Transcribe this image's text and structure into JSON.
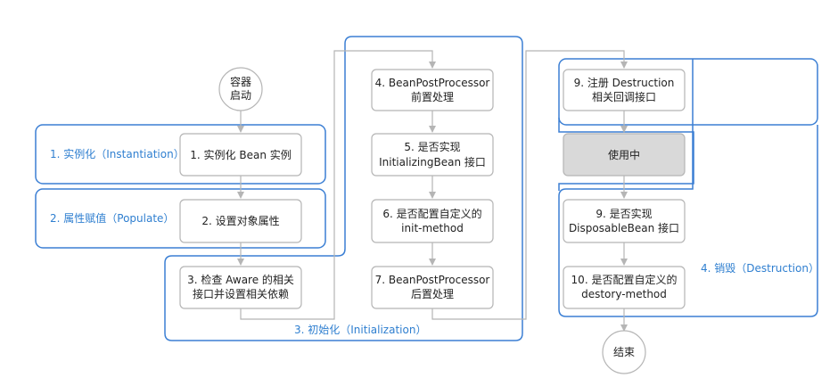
{
  "diagram": {
    "start": [
      "容器",
      "启动"
    ],
    "end": "结束",
    "phases": {
      "instantiation": "1. 实例化（Instantiation）",
      "populate": "2. 属性赋值（Populate）",
      "initialization": "3. 初始化（Initialization）",
      "destruction": "4. 销毁（Destruction）"
    },
    "steps": {
      "s1": [
        "1. 实例化 Bean 实例"
      ],
      "s2": [
        "2. 设置对象属性"
      ],
      "s3": [
        "3. 检查 Aware 的相关",
        "接口并设置相关依赖"
      ],
      "s4": [
        "4. BeanPostProcessor",
        "前置处理"
      ],
      "s5": [
        "5. 是否实现",
        "InitializingBean 接口"
      ],
      "s6": [
        "6. 是否配置自定义的",
        "init-method"
      ],
      "s7": [
        "7. BeanPostProcessor",
        "后置处理"
      ],
      "s8": [
        "9. 注册 Destruction",
        "相关回调接口"
      ],
      "inuse": [
        "使用中"
      ],
      "s9": [
        "9. 是否实现",
        "DisposableBean 接口"
      ],
      "s10": [
        "10. 是否配置自定义的",
        "destory-method"
      ]
    },
    "colors": {
      "phase_border": "#3b7fd4",
      "phase_text": "#2f7fd0",
      "box_border": "#b5b5b5",
      "arrow": "#b5b5b5",
      "inuse_fill": "#d9d9d9"
    }
  }
}
